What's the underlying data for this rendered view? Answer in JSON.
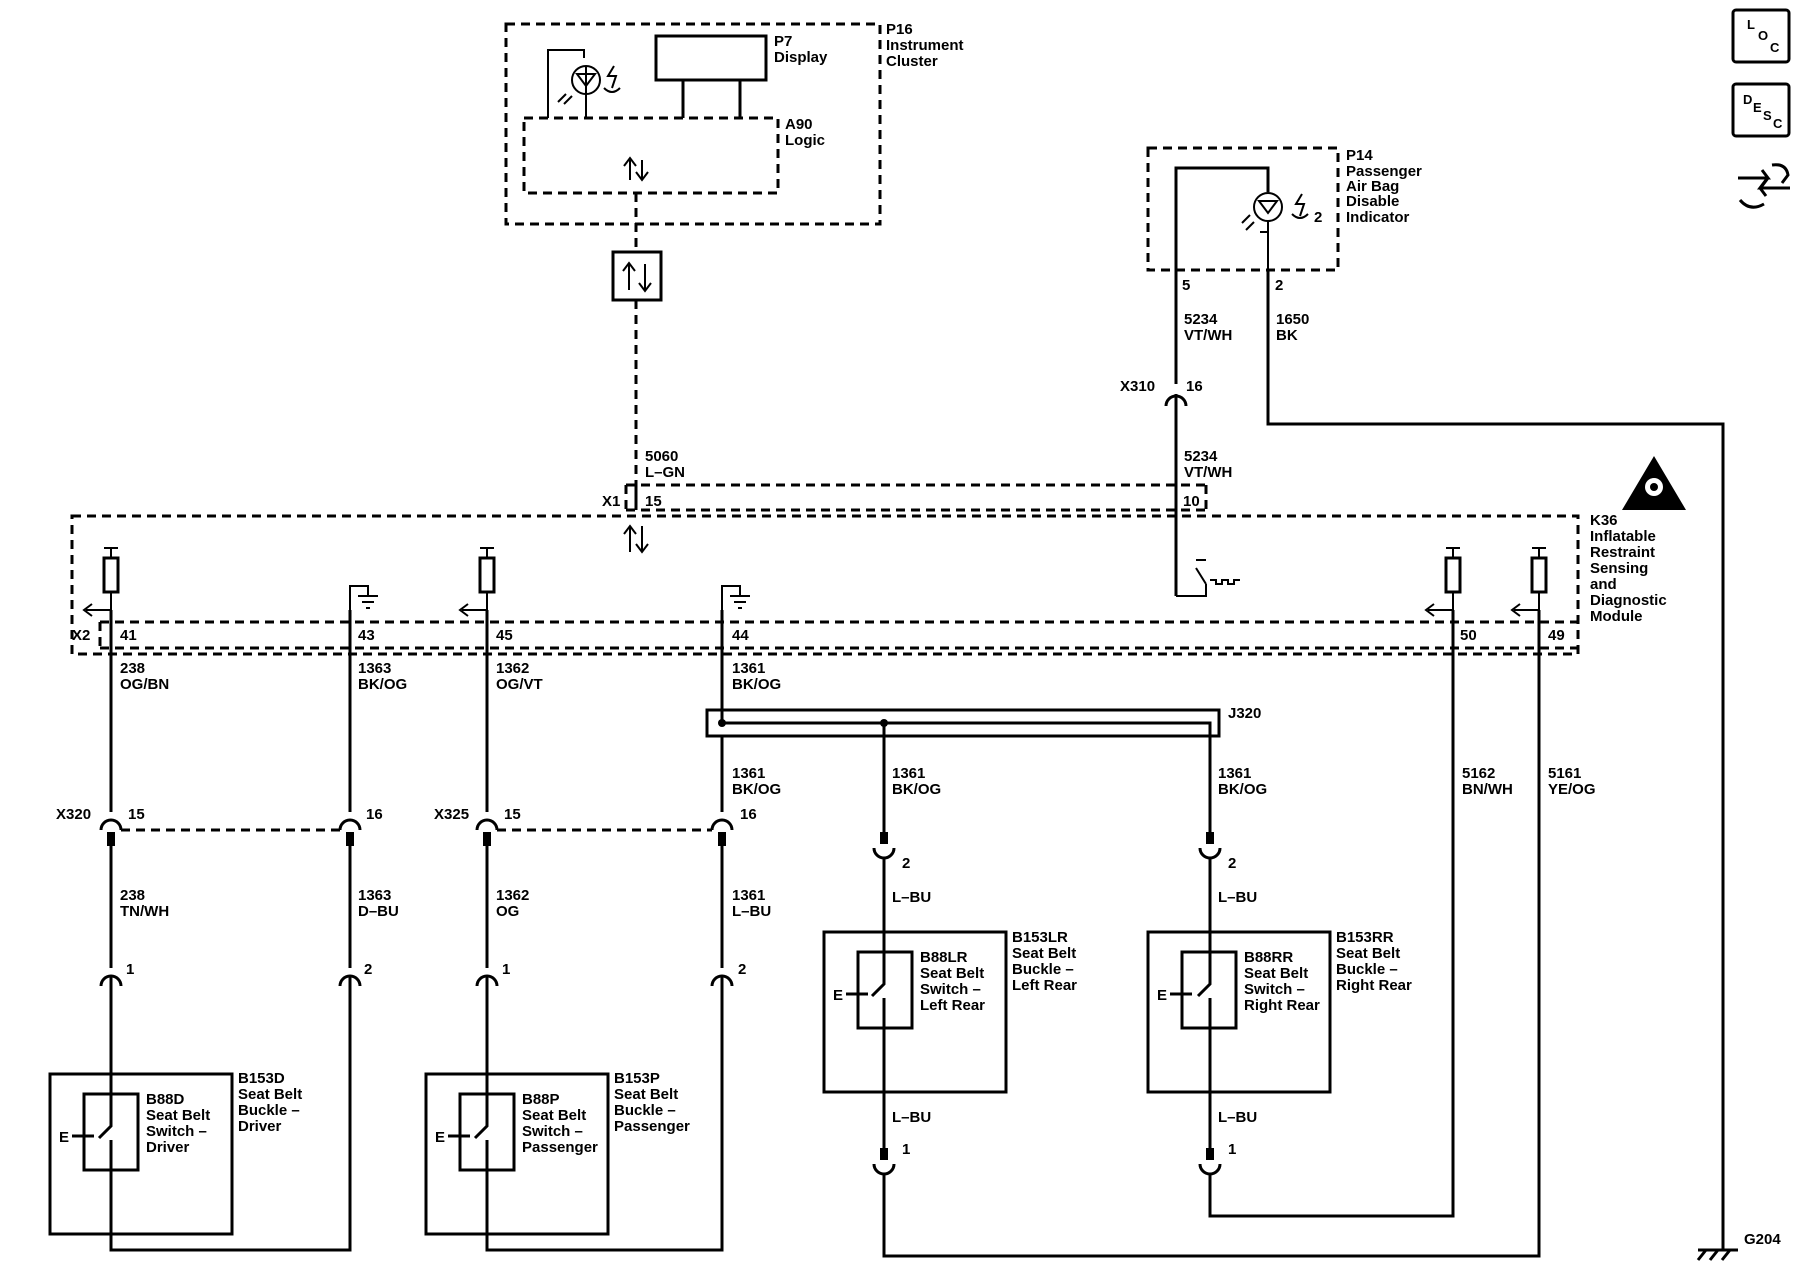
{
  "nav": {
    "loc_label": [
      "L",
      "O",
      "C"
    ],
    "desc_label": [
      "D",
      "E",
      "S",
      "C"
    ]
  },
  "modules": {
    "p16": {
      "id": "P16",
      "name": [
        "Instrument",
        "Cluster"
      ]
    },
    "p7": {
      "id": "P7",
      "name": [
        "Display"
      ]
    },
    "a90": {
      "id": "A90",
      "name": [
        "Logic"
      ]
    },
    "p14": {
      "id": "P14",
      "name": [
        "Passenger",
        "Air Bag",
        "Disable",
        "Indicator"
      ],
      "lamp_pin": "2"
    },
    "k36": {
      "id": "K36",
      "name": [
        "Inflatable",
        "Restraint",
        "Sensing",
        "and",
        "Diagnostic",
        "Module"
      ]
    },
    "j320": {
      "id": "J320"
    },
    "g204": {
      "id": "G204"
    }
  },
  "connectors": {
    "x1": {
      "id": "X1",
      "pins": [
        "15",
        "10"
      ]
    },
    "x2": {
      "id": "X2",
      "pins": [
        "41",
        "43",
        "45",
        "44",
        "50",
        "49"
      ]
    },
    "x310": {
      "id": "X310",
      "pin": "16"
    },
    "x320": {
      "id": "X320",
      "pins": [
        "15",
        "16"
      ]
    },
    "x325": {
      "id": "X325",
      "pins": [
        "15",
        "16"
      ]
    },
    "p14_pins": [
      "5",
      "2"
    ]
  },
  "circuits": {
    "c5060": {
      "num": "5060",
      "color": "L–GN"
    },
    "c5234a": {
      "num": "5234",
      "color": "VT/WH"
    },
    "c5234b": {
      "num": "5234",
      "color": "VT/WH"
    },
    "c1650": {
      "num": "1650",
      "color": "BK"
    },
    "c238a": {
      "num": "238",
      "color": "OG/BN"
    },
    "c1363a": {
      "num": "1363",
      "color": "BK/OG"
    },
    "c1362a": {
      "num": "1362",
      "color": "OG/VT"
    },
    "c1361a": {
      "num": "1361",
      "color": "BK/OG"
    },
    "c1361b": {
      "num": "1361",
      "color": "BK/OG"
    },
    "c1361c": {
      "num": "1361",
      "color": "BK/OG"
    },
    "c1361d": {
      "num": "1361",
      "color": "BK/OG"
    },
    "c5162": {
      "num": "5162",
      "color": "BN/WH"
    },
    "c5161": {
      "num": "5161",
      "color": "YE/OG"
    },
    "c238b": {
      "num": "238",
      "color": "TN/WH"
    },
    "c1363b": {
      "num": "1363",
      "color": "D–BU"
    },
    "c1362b": {
      "num": "1362",
      "color": "OG"
    },
    "c1361e": {
      "num": "1361",
      "color": "L–BU"
    },
    "lbu": "L–BU"
  },
  "buckles": {
    "driver": {
      "switch_id": "B88D",
      "switch_name": [
        "Seat Belt",
        "Switch –",
        "Driver"
      ],
      "buckle_id": "B153D",
      "buckle_name": [
        "Seat Belt",
        "Buckle –",
        "Driver"
      ],
      "pins": [
        "1",
        "2"
      ]
    },
    "passenger": {
      "switch_id": "B88P",
      "switch_name": [
        "Seat Belt",
        "Switch –",
        "Passenger"
      ],
      "buckle_id": "B153P",
      "buckle_name": [
        "Seat Belt",
        "Buckle –",
        "Passenger"
      ],
      "pins": [
        "1",
        "2"
      ]
    },
    "left_rear": {
      "switch_id": "B88LR",
      "switch_name": [
        "Seat Belt",
        "Switch –",
        "Left Rear"
      ],
      "buckle_id": "B153LR",
      "buckle_name": [
        "Seat Belt",
        "Buckle –",
        "Left Rear"
      ],
      "pins": [
        "2",
        "1"
      ]
    },
    "right_rear": {
      "switch_id": "B88RR",
      "switch_name": [
        "Seat Belt",
        "Switch –",
        "Right Rear"
      ],
      "buckle_id": "B153RR",
      "buckle_name": [
        "Seat Belt",
        "Buckle –",
        "Right Rear"
      ],
      "pins": [
        "2",
        "1"
      ]
    }
  },
  "symbols": {
    "e_label": "E"
  }
}
